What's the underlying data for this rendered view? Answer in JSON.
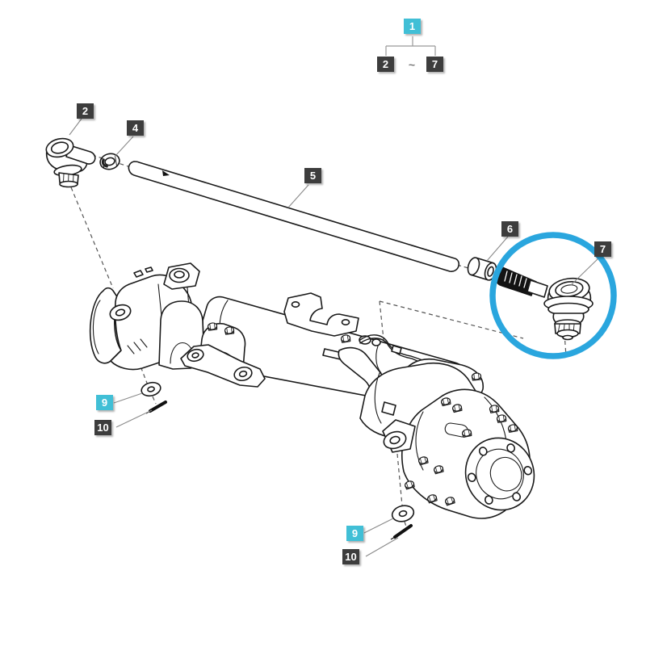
{
  "legend_tree": {
    "root": "1",
    "range_start": "2",
    "range_separator": "~",
    "range_end": "7"
  },
  "callouts": {
    "c1": {
      "number": "1",
      "style": "cyan"
    },
    "c2": {
      "number": "2",
      "style": "dark"
    },
    "c4": {
      "number": "4",
      "style": "dark"
    },
    "c5": {
      "number": "5",
      "style": "dark"
    },
    "c6": {
      "number": "6",
      "style": "dark"
    },
    "c7": {
      "number": "7",
      "style": "dark"
    },
    "c9": {
      "number": "9",
      "style": "cyan"
    },
    "c10": {
      "number": "10",
      "style": "dark"
    }
  },
  "colors": {
    "callout_dark": "#3d3d3d",
    "callout_cyan": "#41bfd6",
    "callout_text": "#ffffff",
    "highlight_circle": "#2aa6de",
    "line_art": "#1a1a1a",
    "leader": "#8a8a8a"
  }
}
